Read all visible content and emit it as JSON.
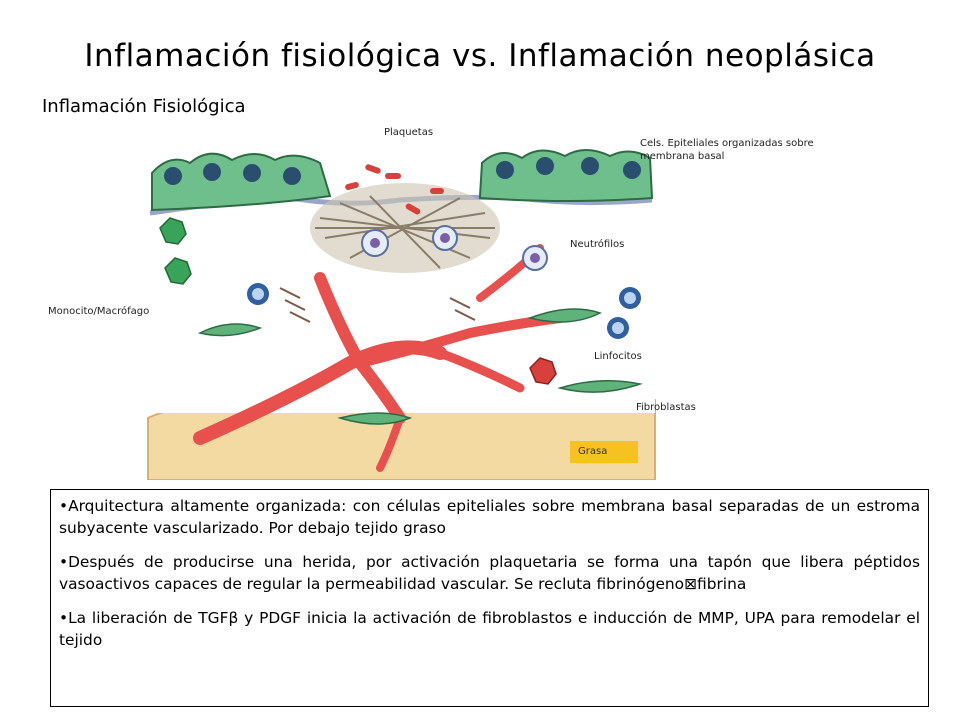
{
  "title": "Inflamación fisiológica vs. Inflamación neoplásica",
  "subtitle": "Inflamación Fisiológica",
  "labels": {
    "plaquetas": "Plaquetas",
    "epiteliales": "Cels. Epiteliales organizadas sobre membrana basal",
    "neutrofilos": "Neutrófilos",
    "monocito": "Monocito/Macrófago",
    "linfocitos": "Linfocitos",
    "fibroblastos": "Fibroblastas",
    "grasa": "Grasa"
  },
  "bullets": {
    "b1": "•Arquitectura altamente organizada: con células epiteliales sobre membrana basal separadas de un estroma subyacente vascularizado. Por debajo tejido graso",
    "b2_a": "•Después de producirse una herida, por activación plaquetaria se forma una tapón que libera péptidos vasoactivos capaces de regular la permeabilidad vascular. Se recluta fibrinógeno",
    "b2_b": "fibrina",
    "b3_a": "•La liberación de TGF",
    "b3_b": " y PDGF inicia la activación de fibroblastos e inducción de MMP, UPA para remodelar el tejido"
  },
  "symbols": {
    "arrow": "⊠",
    "beta": "β"
  },
  "colors": {
    "epithelium": "#6fbf8c",
    "vessel": "#e8504e",
    "fat": "#f3d9a2",
    "grasa_box": "#f5c220",
    "fibrin": "#a8a090"
  }
}
